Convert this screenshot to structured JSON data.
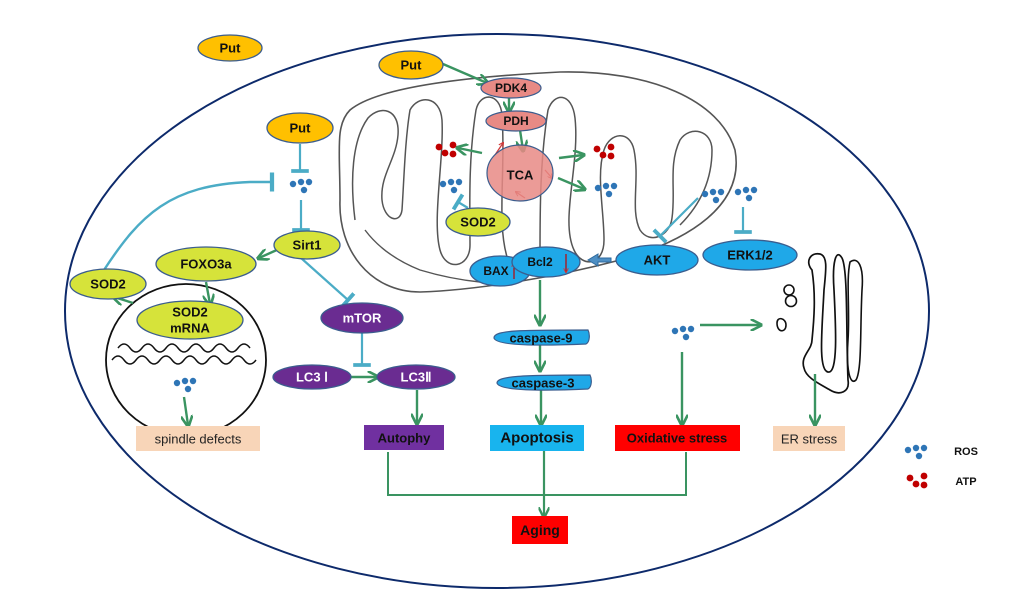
{
  "title": "Putrescine anti-aging signaling pathway diagram",
  "colors": {
    "put": "#FFC000",
    "mito_enzyme": "#E88A85",
    "yellow_green": "#D6E33A",
    "blue_node": "#1FA8E8",
    "purple": "#6A2C91",
    "activate_arrow": "#3A9461",
    "inhibit_line": "#4BACC6",
    "ros": "#2E75B6",
    "atp": "#C00000",
    "red_box": "#FF0000",
    "peach_box": "#F8D5B8",
    "cell_membrane": "#0D2A6B"
  },
  "nodes": {
    "put_outside": "Put",
    "put_mito": "Put",
    "put_cyto": "Put",
    "pdk4": "PDK4",
    "pdh": "PDH",
    "tca": "TCA",
    "sod2_mito": "SOD2",
    "sirt1": "Sirt1",
    "foxo3a": "FOXO3a",
    "sod2_cyto": "SOD2",
    "sod2_mrna_line1": "SOD2",
    "sod2_mrna_line2": "mRNA",
    "mtor": "mTOR",
    "lc3_1": "LC3 Ⅰ",
    "lc3_2": "LC3Ⅱ",
    "bax": "BAX",
    "bcl2": "Bcl2",
    "akt": "AKT",
    "erk": "ERK1/2",
    "caspase9": "caspase-9",
    "caspase3": "caspase-3"
  },
  "outcomes": {
    "spindle": "spindle defects",
    "autophy": "Autophy",
    "apoptosis": "Apoptosis",
    "oxidative": "Oxidative stress",
    "er_stress": "ER stress",
    "aging": "Aging"
  },
  "legend": {
    "ros": "ROS",
    "atp": "ATP"
  }
}
